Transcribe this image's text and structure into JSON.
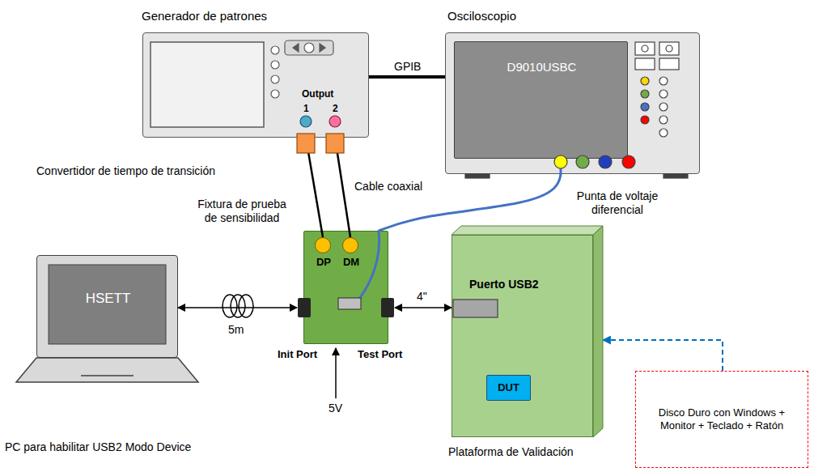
{
  "diagram": {
    "nodes": [
      {
        "text": [
          "Generador de patrones",
          "Output",
          "1",
          "2"
        ]
      },
      {
        "text": [
          "Osciloscopio"
        ]
      },
      {
        "text": [
          "D9010USBC"
        ],
        "in": 1
      },
      {
        "text": [
          "Fixtura de prueba de sensibilidad"
        ]
      },
      {
        "text": [
          "DP"
        ],
        "in": 3
      },
      {
        "text": [
          "DM"
        ],
        "in": 3
      },
      {
        "text": [
          "HSETT",
          "PC para habilitar USB2 Modo Device"
        ]
      },
      {
        "text": [
          "Plataforma de Validación"
        ]
      },
      {
        "text": [
          "DUT"
        ],
        "in": 7
      },
      {
        "text": [
          "Disco Duro con Windows + Monitor + Teclado + Ratón"
        ]
      }
    ],
    "edges": [
      {
        "from": 0,
        "to": 1,
        "arrow": "none",
        "label": "GPIB"
      },
      {
        "from": 0,
        "to": 4,
        "arrow": "none"
      },
      {
        "from": 0,
        "to": 5,
        "arrow": "none",
        "label": "Cable coaxial"
      },
      {
        "from": 1,
        "to": 3,
        "arrow": "none",
        "label": "Punta de voltaje diferencial"
      },
      {
        "from": 6,
        "to": 3,
        "arrow": "both",
        "label": "5m"
      },
      {
        "from": 3,
        "to": 7,
        "arrow": "both",
        "label": "4\""
      },
      {
        "from": 9,
        "to": 7,
        "arrow": "to"
      }
    ],
    "labels": [
      "Convertidor de tiempo de transición",
      "Init Port",
      "Test Port",
      "5V",
      "Puerto USB2"
    ]
  }
}
